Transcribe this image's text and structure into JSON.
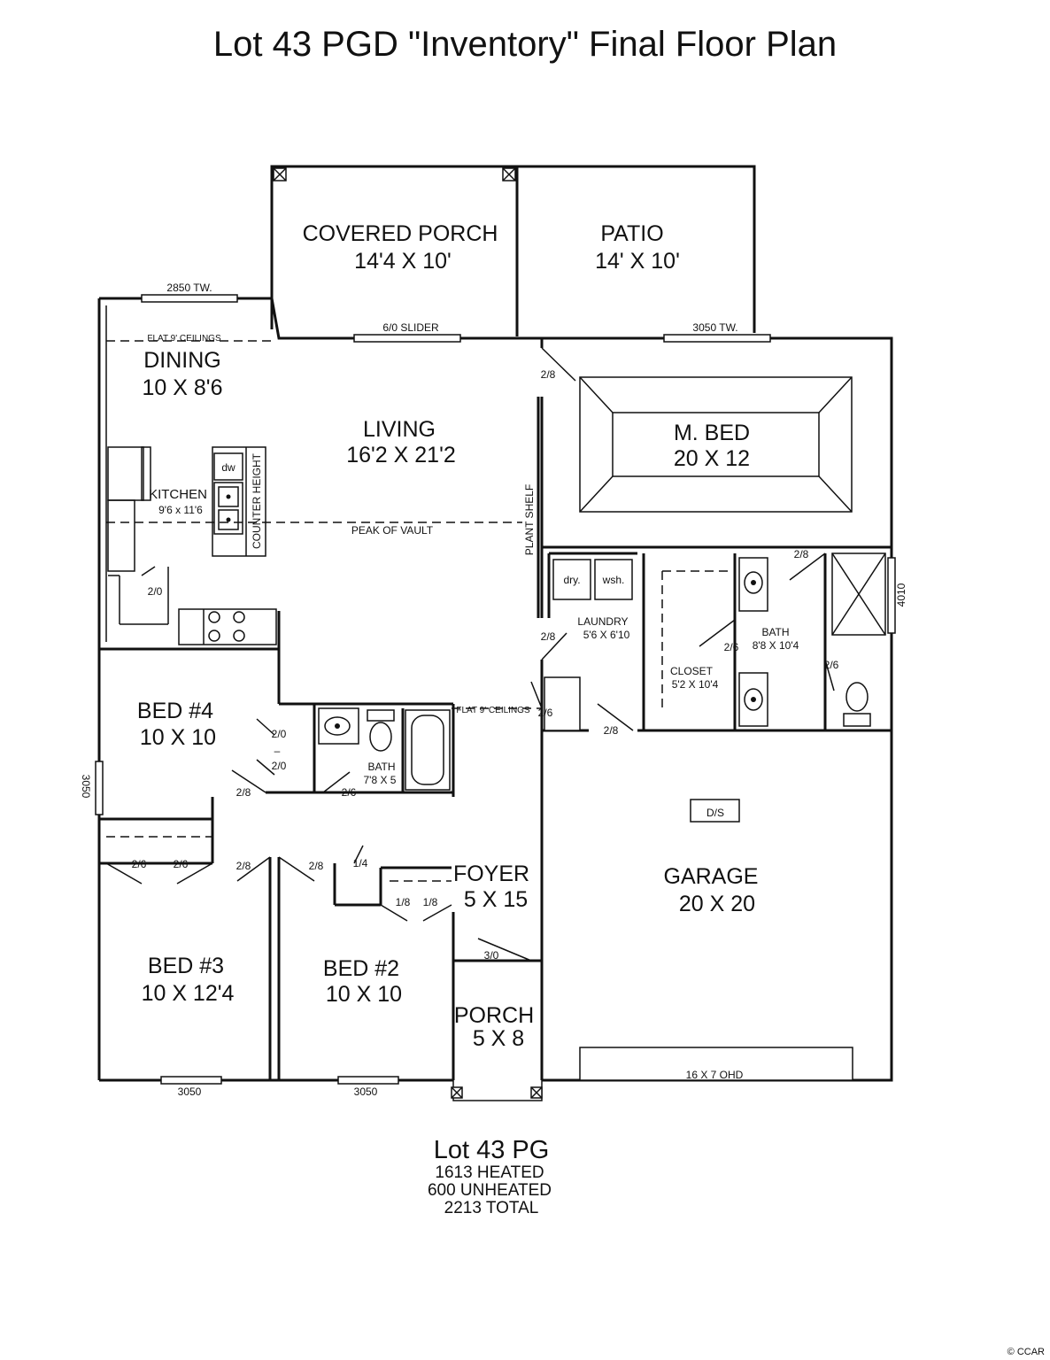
{
  "title": "Lot 43 PGD \"Inventory\"  Final Floor Plan",
  "rooms": {
    "covered_porch": {
      "name": "COVERED PORCH",
      "size": "14'4 X 10'"
    },
    "patio": {
      "name": "PATIO",
      "size": "14' X 10'"
    },
    "dining": {
      "name": "DINING",
      "size": "10 X 8'6"
    },
    "living": {
      "name": "LIVING",
      "size": "16'2 X 21'2"
    },
    "master_bed": {
      "name": "M. BED",
      "size": "20 X 12"
    },
    "kitchen": {
      "name": "KITCHEN",
      "size": "9'6 x 11'6"
    },
    "laundry": {
      "name": "LAUNDRY",
      "size": "5'6 X 6'10"
    },
    "master_bath": {
      "name": "BATH",
      "size": "8'8 X 10'4"
    },
    "closet": {
      "name": "CLOSET",
      "size": "5'2 X 10'4"
    },
    "bed4": {
      "name": "BED #4",
      "size": "10 X 10"
    },
    "bath2": {
      "name": "BATH",
      "size": "7'8 X 5"
    },
    "foyer": {
      "name": "FOYER",
      "size": "5 X 15"
    },
    "garage": {
      "name": "GARAGE",
      "size": "20 X 20"
    },
    "bed3": {
      "name": "BED #3",
      "size": "10 X 12'4"
    },
    "bed2": {
      "name": "BED #2",
      "size": "10 X 10"
    },
    "porch": {
      "name": "PORCH",
      "size": "5 X 8"
    }
  },
  "labels": {
    "window_dining": "2850 TW.",
    "slider": "6/0 SLIDER",
    "window_master": "3050 TW.",
    "flat_ceilings_1": "FLAT 9' CEILINGS",
    "flat_ceilings_2": "FLAT 9' CEILINGS",
    "peak_vault": "PEAK OF VAULT",
    "plant_shelf": "PLANT SHELF",
    "counter_height": "COUNTER HEIGHT",
    "dishwasher": "dw",
    "dryer": "dry.",
    "washer": "wsh.",
    "window_bath": "4010",
    "window_bed4": "3050",
    "window_bed3": "3050",
    "window_bed2": "3050",
    "garage_door": "16 X 7 OHD",
    "ds": "D/S",
    "door_2_8_living": "2/8",
    "door_2_8_laundry": "2/8",
    "door_2_8_master_bath": "2/8",
    "door_2_8_garage": "2/8",
    "door_2_8_bed4": "2/8",
    "door_2_8_bed3": "2/8",
    "door_2_8_bed2": "2/8",
    "door_2_6_closet": "2/6",
    "door_2_6_wc": "2/6",
    "door_2_6_laundry_closet": "2/6",
    "door_2_6_bath": "2/6",
    "door_2_6_bed3_closet_a": "2/6",
    "door_2_6_bed3_closet_b": "2/6",
    "door_2_0_pantry": "2/0",
    "door_2_0_hall_a": "2/0",
    "door_2_0_hall_dash": "–",
    "door_2_0_hall_b": "2/0",
    "door_1_4": "1/4",
    "door_1_8_a": "1/8",
    "door_1_8_b": "1/8",
    "door_3_0": "3/0"
  },
  "footer": {
    "lot": "Lot 43 PG",
    "heated": "1613 HEATED",
    "unheated": "600 UNHEATED",
    "total": "2213 TOTAL"
  },
  "watermark": "© CCAR"
}
